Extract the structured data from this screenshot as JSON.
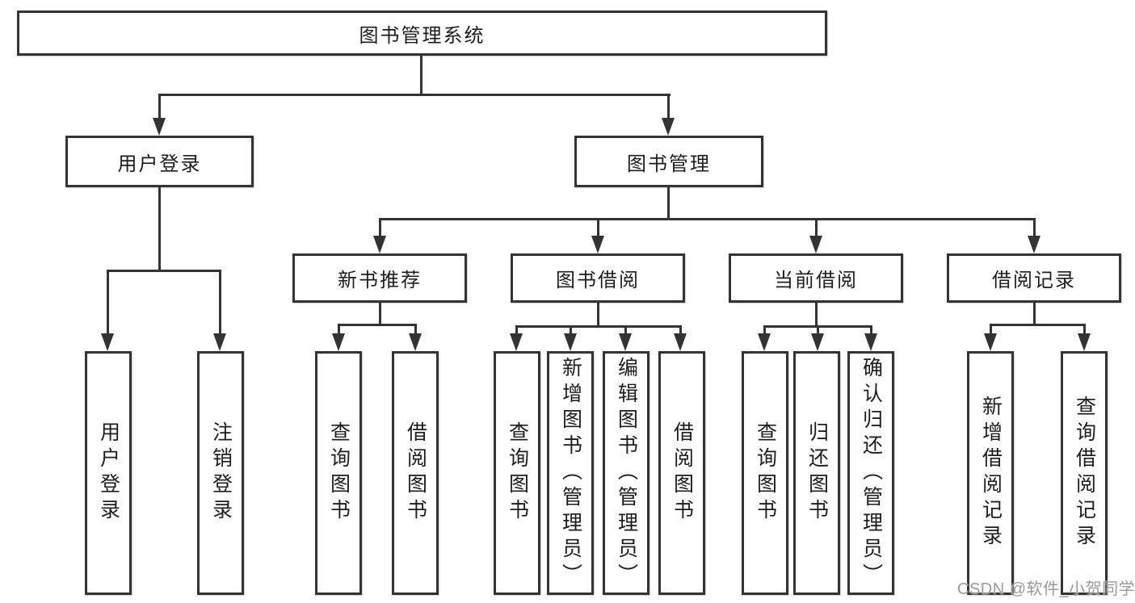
{
  "diagram": {
    "root": "图书管理系统",
    "level2": [
      "用户登录",
      "图书管理"
    ],
    "level3": [
      "新书推荐",
      "图书借阅",
      "当前借阅",
      "借阅记录"
    ],
    "leaves_login": [
      "用户登录",
      "注销登录"
    ],
    "leaves_new_books": [
      "查询图书",
      "借阅图书"
    ],
    "leaves_borrow": [
      "查询图书",
      "新增图书（管理员）",
      "编辑图书（管理员）",
      "借阅图书"
    ],
    "leaves_current": [
      "查询图书",
      "归还图书",
      "确认归还（管理员）"
    ],
    "leaves_records": [
      "新增借阅记录",
      "查询借阅记录"
    ]
  },
  "watermark": "CSDN @软件_小贺同学",
  "colors": {
    "line": "#333333",
    "text": "#1d1d1d",
    "watermark": "#9a9a9a",
    "background": "#ffffff"
  }
}
